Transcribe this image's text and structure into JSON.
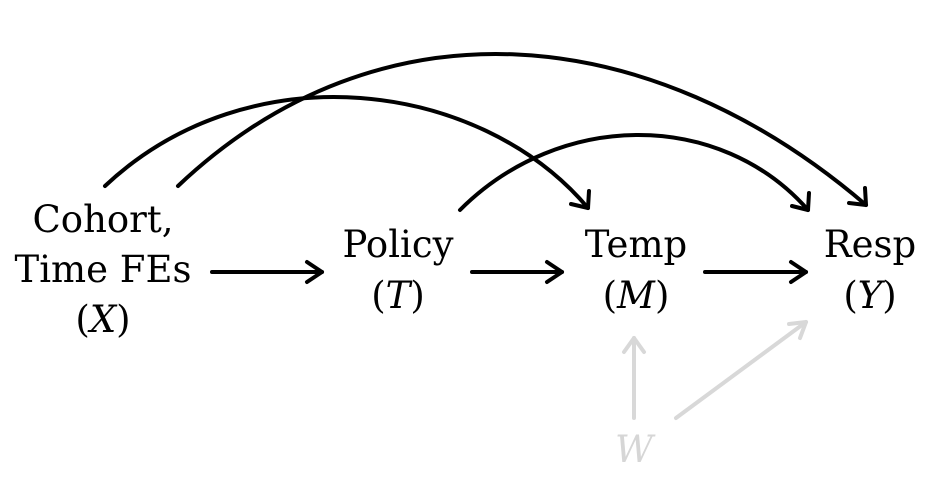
{
  "nodes": {
    "X": {
      "line1": "Cohort,",
      "line2": "Time FEs",
      "symbol": "X"
    },
    "T": {
      "line1": "Policy",
      "symbol": "T"
    },
    "M": {
      "line1": "Temp",
      "symbol": "M"
    },
    "Y": {
      "line1": "Resp",
      "symbol": "Y"
    },
    "W": {
      "symbol": "W"
    }
  },
  "edges": [
    {
      "from": "X",
      "to": "T",
      "style": "solid"
    },
    {
      "from": "T",
      "to": "M",
      "style": "solid"
    },
    {
      "from": "M",
      "to": "Y",
      "style": "solid"
    },
    {
      "from": "X",
      "to": "M",
      "style": "solid"
    },
    {
      "from": "X",
      "to": "Y",
      "style": "solid"
    },
    {
      "from": "T",
      "to": "Y",
      "style": "solid"
    },
    {
      "from": "W",
      "to": "M",
      "style": "faint"
    },
    {
      "from": "W",
      "to": "Y",
      "style": "faint"
    }
  ],
  "colors": {
    "main": "#000000",
    "faint": "#d8d8d8"
  }
}
